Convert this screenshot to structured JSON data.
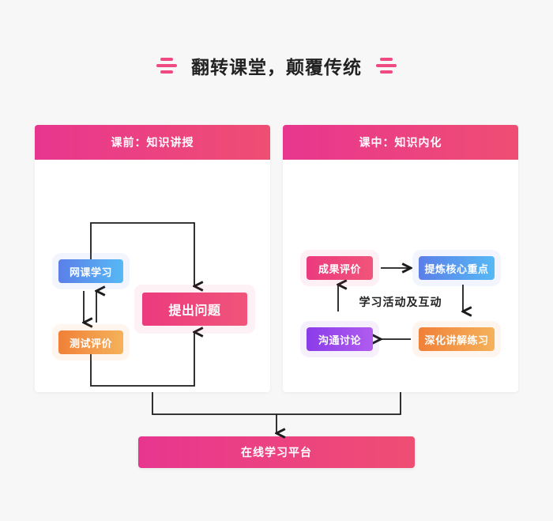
{
  "page": {
    "background_color": "#f7f7f7",
    "title": "翻转课堂，颠覆传统",
    "decoration_color": "#ef4a82"
  },
  "cards": [
    {
      "id": "before-class",
      "header": "课前：知识讲授",
      "header_gradient": [
        "#e8368f",
        "#ef4e73"
      ],
      "boxes": [
        {
          "id": "wangke",
          "label": "网课学习",
          "color": "blue",
          "gradient": [
            "#5b7fe8",
            "#56b9f5"
          ]
        },
        {
          "id": "ceshi",
          "label": "测试评价",
          "color": "orange",
          "gradient": [
            "#f08038",
            "#f5b25a"
          ]
        },
        {
          "id": "tichu",
          "label": "提出问题",
          "color": "pink",
          "gradient": [
            "#ec3a7e",
            "#f0557a"
          ]
        }
      ]
    },
    {
      "id": "during-class",
      "header": "课中：知识内化",
      "header_gradient": [
        "#e8368f",
        "#ef4e73"
      ],
      "middle_label": "学习活动及互动",
      "boxes": [
        {
          "id": "chengguo",
          "label": "成果评价",
          "color": "pink",
          "gradient": [
            "#ec3a7e",
            "#f0557a"
          ]
        },
        {
          "id": "tilian",
          "label": "提炼核心重点",
          "color": "blue",
          "gradient": [
            "#5b7fe8",
            "#56b9f5"
          ]
        },
        {
          "id": "goutong",
          "label": "沟通讨论",
          "color": "purple",
          "gradient": [
            "#8a3ce8",
            "#b05cf0"
          ]
        },
        {
          "id": "shenhua",
          "label": "深化讲解练习",
          "color": "orange",
          "gradient": [
            "#f08038",
            "#f5b25a"
          ]
        }
      ]
    }
  ],
  "bottom": {
    "label": "在线学习平台",
    "gradient": [
      "#e8368f",
      "#ef4e73"
    ]
  }
}
